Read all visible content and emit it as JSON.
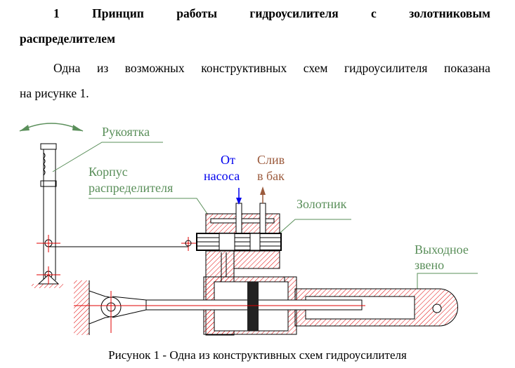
{
  "heading": {
    "number": "1",
    "words": [
      "Принцип",
      "работы",
      "гидроусилителя",
      "с",
      "золотниковым"
    ],
    "line2": "распределителем"
  },
  "paragraph": {
    "words": [
      "Одна",
      "из",
      "возможных",
      "конструктивных",
      "схем",
      "гидроусилителя",
      "показана"
    ],
    "line2": "на рисунке 1."
  },
  "figure": {
    "labels": {
      "handle": "Рукоятка",
      "body1": "Корпус",
      "body2": "распределителя",
      "from1": "От",
      "from2": "насоса",
      "drain1": "Слив",
      "drain2": "в бак",
      "spool": "Золотник",
      "out1": "Выходное",
      "out2": "звено"
    },
    "colors": {
      "label": "#5a8f5a",
      "pump": "#0000ee",
      "drain": "#9b5a3c",
      "hatch": "#e00000"
    },
    "caption": "Рисунок 1 - Одна из конструктивных схем гидроусилителя"
  }
}
